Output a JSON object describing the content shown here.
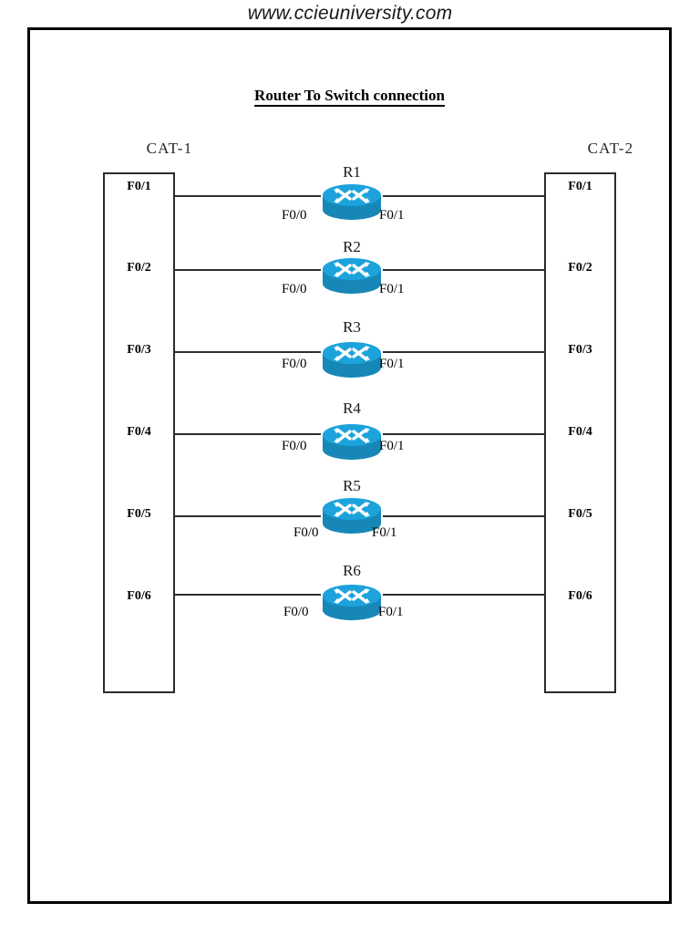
{
  "header": {
    "site_url": "www.ccieuniversity.com"
  },
  "diagram": {
    "title": "Router To Switch connection",
    "colors": {
      "router_body": "#1CA3DC",
      "router_body_dark": "#1787B8",
      "router_arrow": "#FFFFFF",
      "line": "#2E2E2E",
      "border": "#000000"
    },
    "switches": [
      {
        "name": "CAT-1",
        "side": "left",
        "ports": [
          "F0/1",
          "F0/2",
          "F0/3",
          "F0/4",
          "F0/5",
          "F0/6"
        ]
      },
      {
        "name": "CAT-2",
        "side": "right",
        "ports": [
          "F0/1",
          "F0/2",
          "F0/3",
          "F0/4",
          "F0/5",
          "F0/6"
        ]
      }
    ],
    "routers": [
      {
        "name": "R1",
        "left_interface": "F0/0",
        "right_interface": "F0/1"
      },
      {
        "name": "R2",
        "left_interface": "F0/0",
        "right_interface": "F0/1"
      },
      {
        "name": "R3",
        "left_interface": "F0/0",
        "right_interface": "F0/1"
      },
      {
        "name": "R4",
        "left_interface": "F0/0",
        "right_interface": "F0/1"
      },
      {
        "name": "R5",
        "left_interface": "F0/0",
        "right_interface": "F0/1"
      },
      {
        "name": "R6",
        "left_interface": "F0/0",
        "right_interface": "F0/1"
      }
    ]
  }
}
